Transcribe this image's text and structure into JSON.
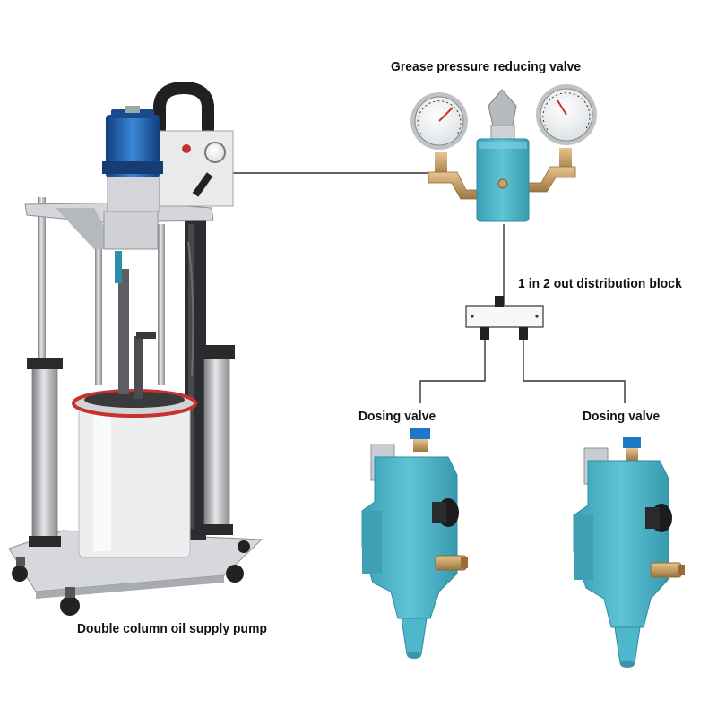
{
  "labels": {
    "pressure_valve": "Grease pressure reducing valve",
    "distribution_block": "1 in 2 out distribution block",
    "dosing_valve_left": "Dosing valve",
    "dosing_valve_right": "Dosing valve",
    "supply_pump": "Double column oil supply pump"
  },
  "colors": {
    "accent_blue": "#2b79c8",
    "valve_cyan": "#4fb7cc",
    "brass": "#c9a068",
    "bucket_red": "#c8322e",
    "line": "#333333"
  },
  "icons": [
    "pressure-gauge-icon",
    "hex-nut-icon",
    "push-fitting-icon"
  ]
}
